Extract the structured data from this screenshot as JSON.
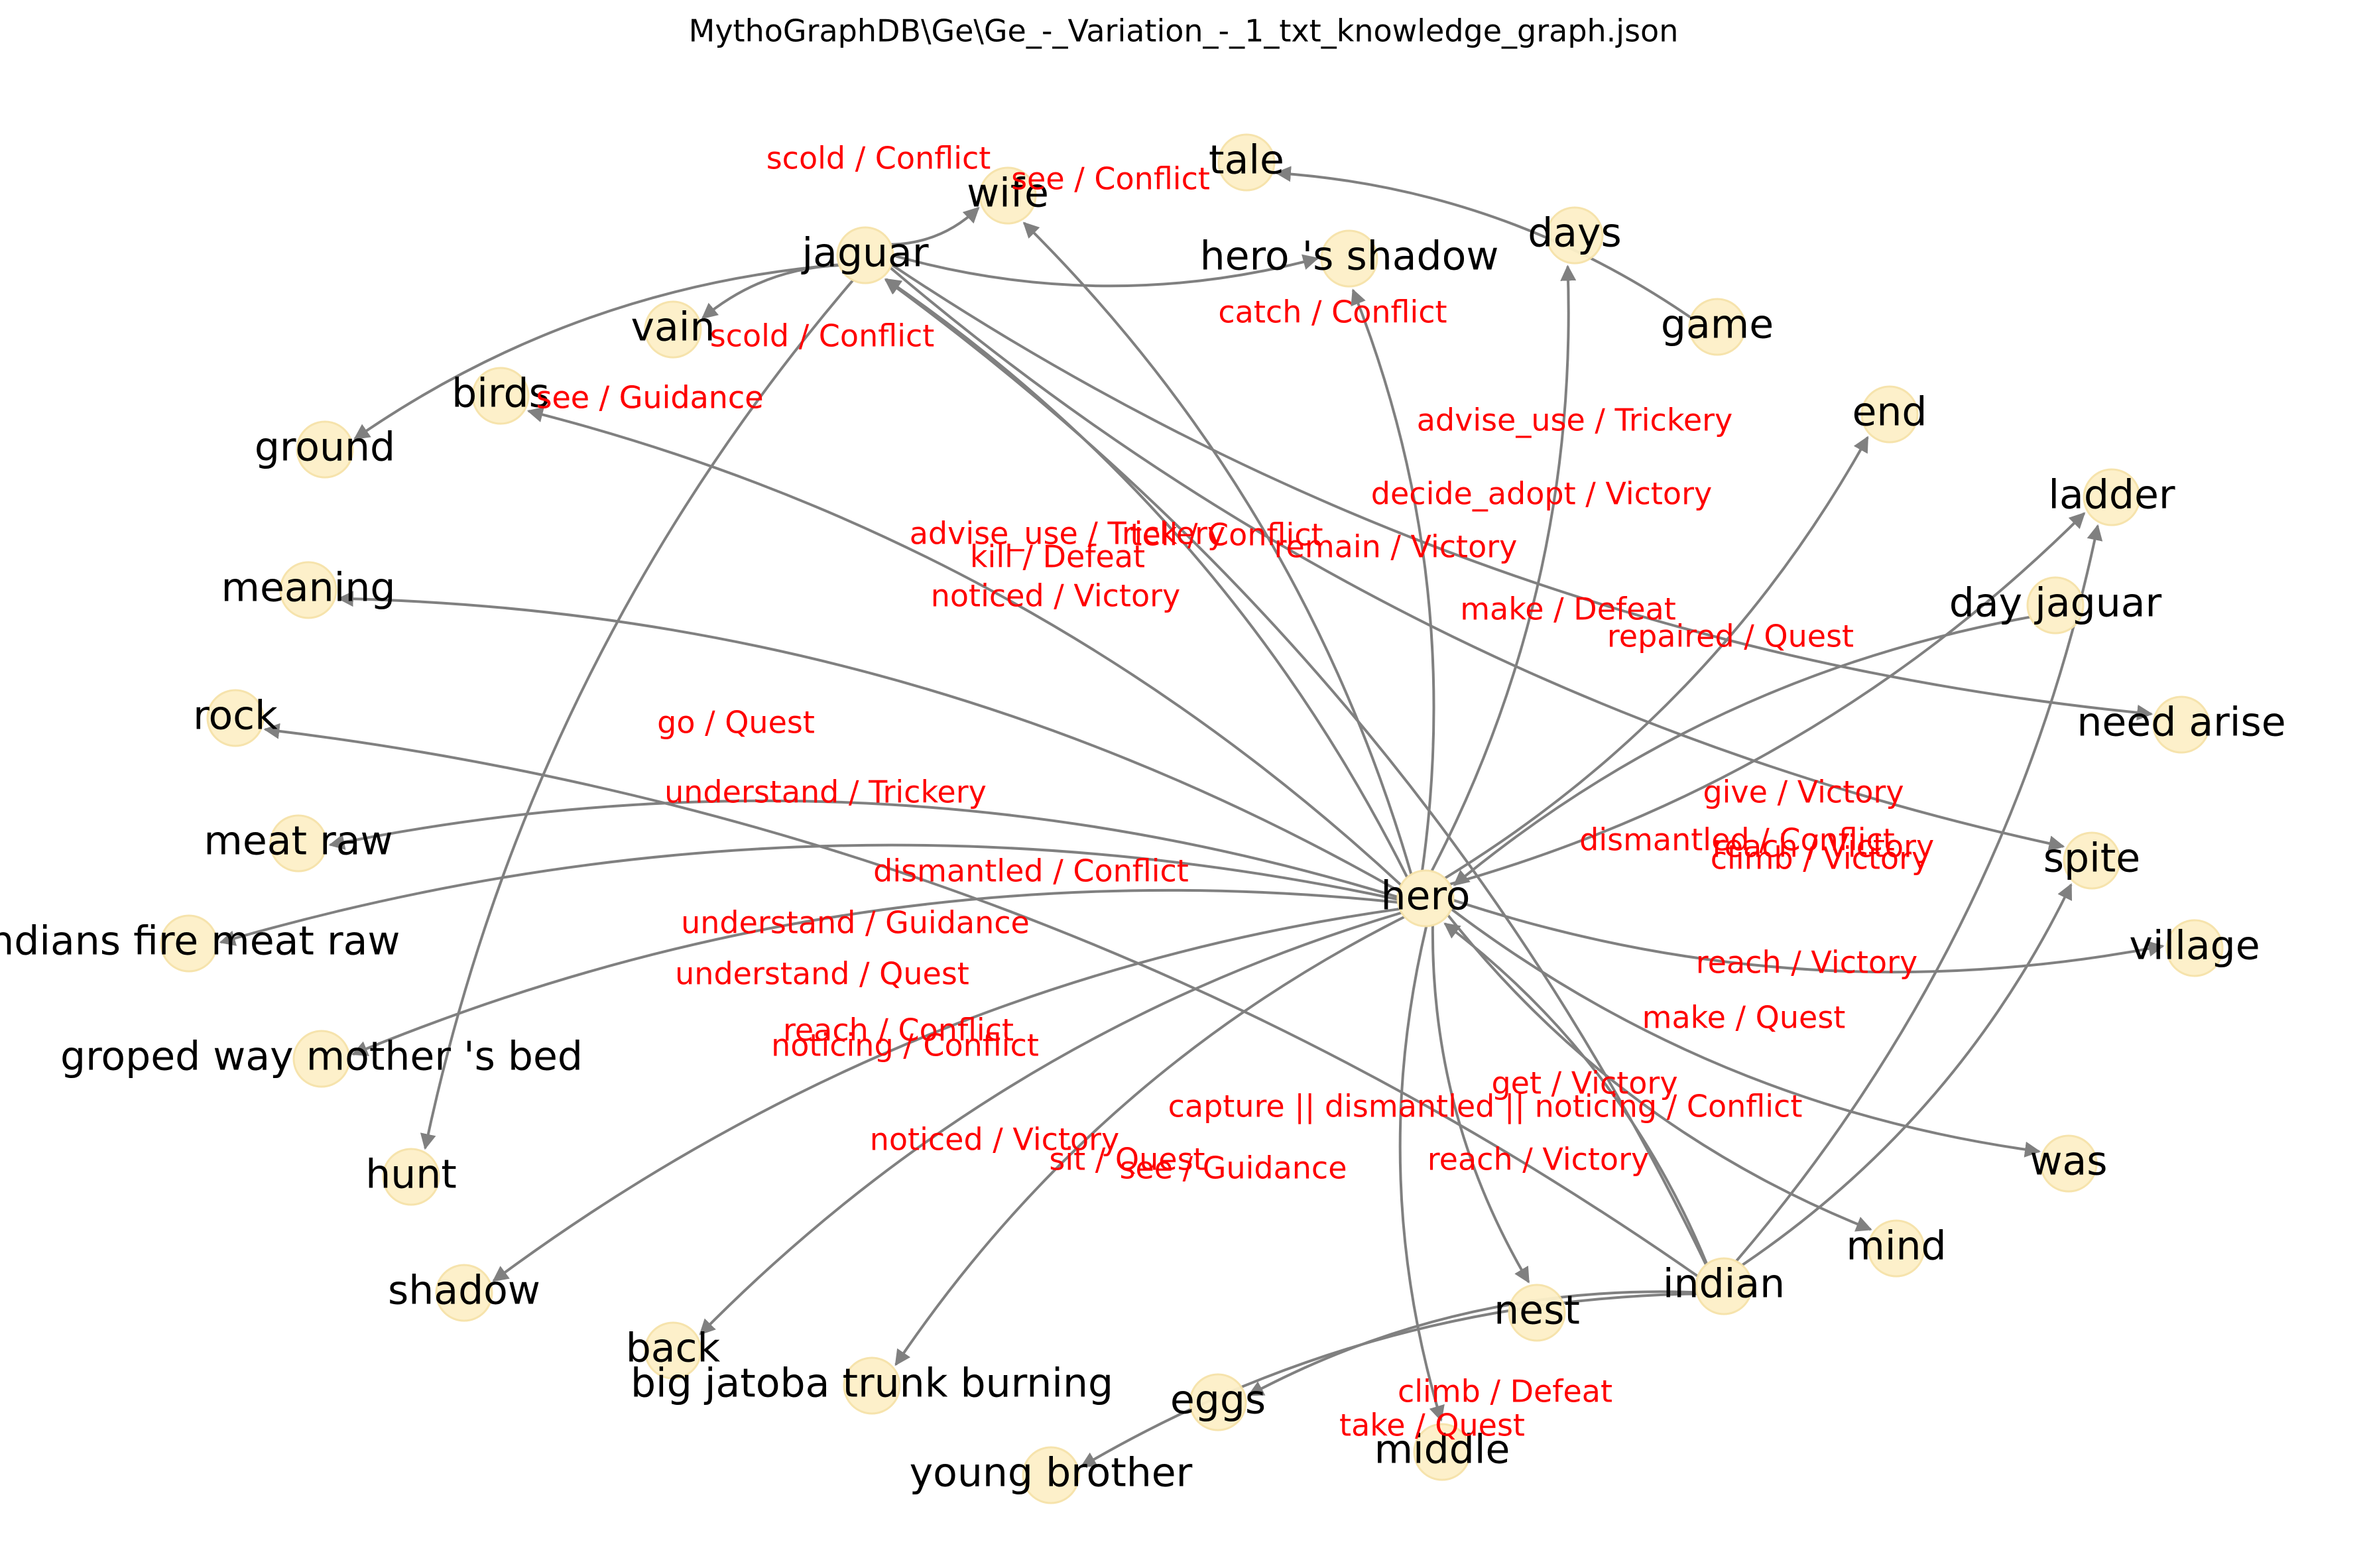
{
  "title": "MythoGraphDB\\Ge\\Ge_-_Variation_-_1_txt_knowledge_graph.json",
  "colors": {
    "node_fill": "#fdf0c8",
    "edge": "#808080",
    "edge_label": "#ff0000",
    "node_label": "#000000"
  },
  "nodes": [
    {
      "id": "hero",
      "label": "hero"
    },
    {
      "id": "jaguar",
      "label": "jaguar"
    },
    {
      "id": "indian",
      "label": "indian"
    },
    {
      "id": "wife",
      "label": "wife"
    },
    {
      "id": "tale",
      "label": "tale"
    },
    {
      "id": "days",
      "label": "days"
    },
    {
      "id": "game",
      "label": "game"
    },
    {
      "id": "heros_shadow",
      "label": "hero 's shadow"
    },
    {
      "id": "vain",
      "label": "vain"
    },
    {
      "id": "birds",
      "label": "birds"
    },
    {
      "id": "ground",
      "label": "ground"
    },
    {
      "id": "end",
      "label": "end"
    },
    {
      "id": "ladder",
      "label": "ladder"
    },
    {
      "id": "day_jaguar",
      "label": "day jaguar"
    },
    {
      "id": "need_arise",
      "label": "need arise"
    },
    {
      "id": "meaning",
      "label": "meaning"
    },
    {
      "id": "rock",
      "label": "rock"
    },
    {
      "id": "meat_raw",
      "label": "meat raw"
    },
    {
      "id": "indians_fire",
      "label": "indians fire meat raw"
    },
    {
      "id": "groped",
      "label": "groped way mother 's bed"
    },
    {
      "id": "hunt",
      "label": "hunt"
    },
    {
      "id": "shadow",
      "label": "shadow"
    },
    {
      "id": "back",
      "label": "back"
    },
    {
      "id": "big_jatoba",
      "label": "big jatoba trunk burning"
    },
    {
      "id": "eggs",
      "label": "eggs"
    },
    {
      "id": "young_brother",
      "label": "young brother"
    },
    {
      "id": "middle",
      "label": "middle"
    },
    {
      "id": "nest",
      "label": "nest"
    },
    {
      "id": "mind",
      "label": "mind"
    },
    {
      "id": "was",
      "label": "was"
    },
    {
      "id": "village",
      "label": "village"
    },
    {
      "id": "spite",
      "label": "spite"
    }
  ],
  "edges": [
    {
      "source": "jaguar",
      "target": "wife",
      "label": "scold / Conflict"
    },
    {
      "source": "jaguar",
      "target": "vain",
      "label": "scold / Conflict"
    },
    {
      "source": "jaguar",
      "target": "heros_shadow",
      "label": "catch / Conflict"
    },
    {
      "source": "jaguar",
      "target": "ground",
      "label": ""
    },
    {
      "source": "jaguar",
      "target": "hunt",
      "label": "see / Guidance"
    },
    {
      "source": "jaguar",
      "target": "need_arise",
      "label": "make / Defeat"
    },
    {
      "source": "jaguar",
      "target": "spite",
      "label": "repaired / Quest"
    },
    {
      "source": "game",
      "target": "tale",
      "label": "see / Conflict"
    },
    {
      "source": "hero",
      "target": "wife",
      "label": "advise_use / Trickery"
    },
    {
      "source": "hero",
      "target": "heros_shadow",
      "label": ""
    },
    {
      "source": "hero",
      "target": "days",
      "label": "advise_use / Trickery"
    },
    {
      "source": "hero",
      "target": "birds",
      "label": "see / Guidance"
    },
    {
      "source": "hero",
      "target": "jaguar",
      "label": "kill / Defeat"
    },
    {
      "source": "hero",
      "target": "end",
      "label": "decide_adopt / Victory"
    },
    {
      "source": "hero",
      "target": "ladder",
      "label": "give / Victory"
    },
    {
      "source": "day_jaguar",
      "target": "hero",
      "label": "dismantled / Conflict"
    },
    {
      "source": "hero",
      "target": "meaning",
      "label": "noticed / Victory"
    },
    {
      "source": "hero",
      "target": "meat_raw",
      "label": "understand / Trickery"
    },
    {
      "source": "hero",
      "target": "indians_fire",
      "label": "dismantled / Conflict"
    },
    {
      "source": "hero",
      "target": "groped",
      "label": "understand / Guidance"
    },
    {
      "source": "hero",
      "target": "shadow",
      "label": "understand / Quest"
    },
    {
      "source": "hero",
      "target": "back",
      "label": "reach / Conflict"
    },
    {
      "source": "hero",
      "target": "big_jatoba",
      "label": "noticing / Conflict"
    },
    {
      "source": "hero",
      "target": "nest",
      "label": "reach / Victory"
    },
    {
      "source": "hero",
      "target": "middle",
      "label": "climb / Defeat"
    },
    {
      "source": "hero",
      "target": "mind",
      "label": "make / Quest"
    },
    {
      "source": "hero",
      "target": "was",
      "label": "get / Victory"
    },
    {
      "source": "hero",
      "target": "village",
      "label": "reach / Victory"
    },
    {
      "source": "indian",
      "target": "rock",
      "label": "go / Quest"
    },
    {
      "source": "indian",
      "target": "hero",
      "label": "capture || dismantled || noticing / Conflict"
    },
    {
      "source": "indian",
      "target": "jaguar",
      "label": "tell / Conflict"
    },
    {
      "source": "indian",
      "target": "eggs",
      "label": "sit / Quest"
    },
    {
      "source": "indian",
      "target": "young_brother",
      "label": "see / Guidance"
    },
    {
      "source": "indian",
      "target": "ladder",
      "label": "climb / Victory"
    },
    {
      "source": "indian",
      "target": "spite",
      "label": "reach / Victory"
    }
  ],
  "extra_labels": [
    {
      "label": "remain / Victory"
    },
    {
      "label": "noticed / Victory"
    },
    {
      "label": "take / Quest"
    }
  ]
}
